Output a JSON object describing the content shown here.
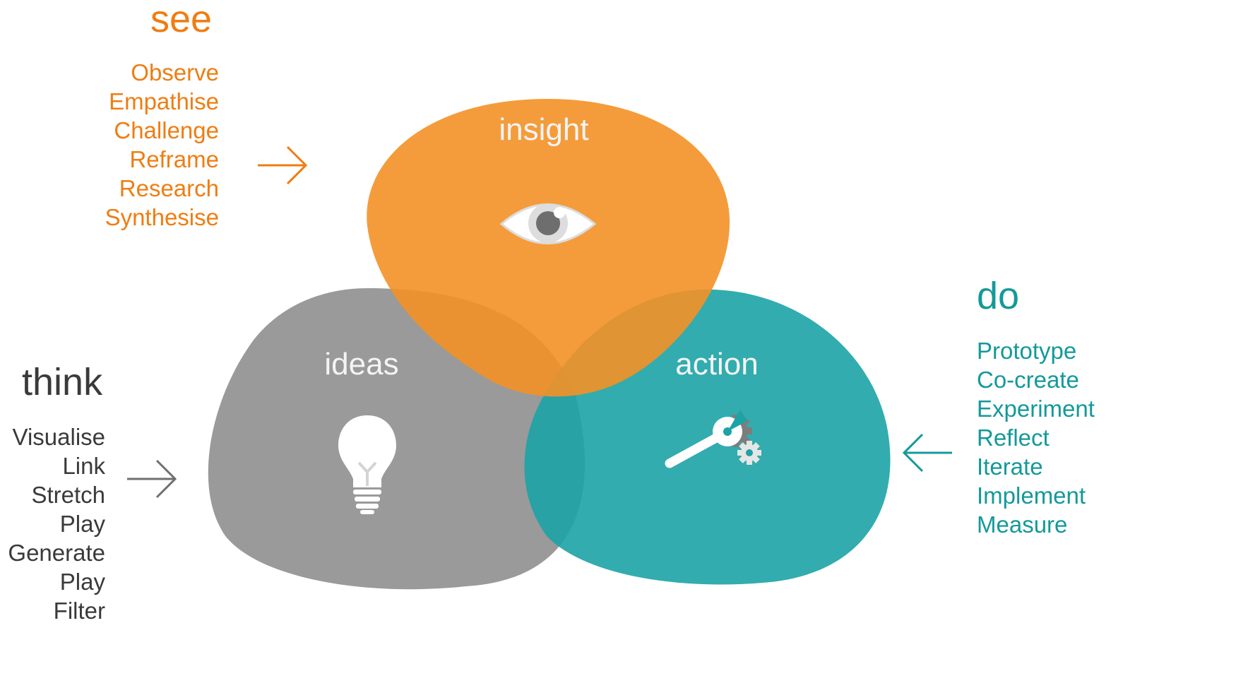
{
  "see": {
    "heading": "see",
    "items": [
      "Observe",
      "Empathise",
      "Challenge",
      "Reframe",
      "Research",
      "Synthesise"
    ],
    "color": "#ef7d12"
  },
  "think": {
    "heading": "think",
    "items": [
      "Visualise",
      "Link",
      "Stretch",
      "Play",
      "Generate",
      "Play",
      "Filter"
    ],
    "color": "#3a3a3a"
  },
  "do": {
    "heading": "do",
    "items": [
      "Prototype",
      "Co-create",
      "Experiment",
      "Reflect",
      "Iterate",
      "Implement",
      "Measure"
    ],
    "color": "#14999a"
  },
  "circles": {
    "insight": {
      "label": "insight",
      "color": "#f39126",
      "icon": "eye-icon"
    },
    "ideas": {
      "label": "ideas",
      "color": "#8c8c8c",
      "icon": "lightbulb-icon"
    },
    "action": {
      "label": "action",
      "color": "#1ca3a6",
      "icon": "wrench-gears-icon"
    }
  }
}
